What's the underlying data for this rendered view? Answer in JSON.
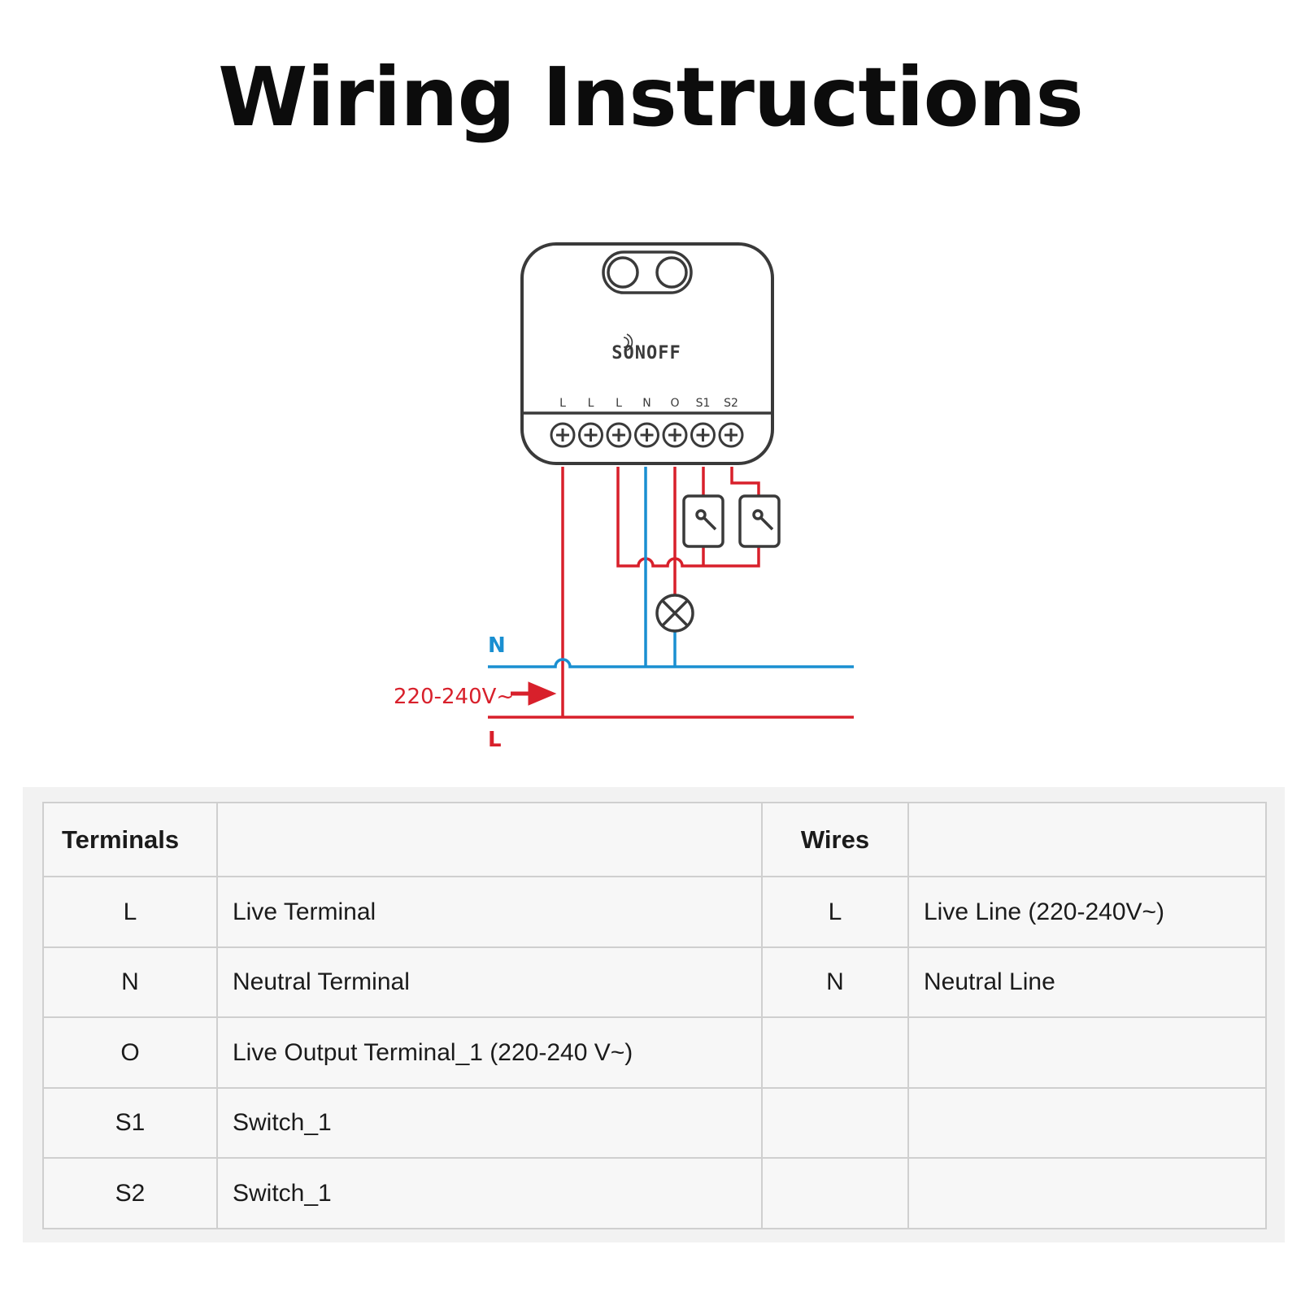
{
  "title": "Wiring Instructions",
  "colors": {
    "live": "#d8202b",
    "neutral": "#1a8fd1",
    "device": "#3a3a3a"
  },
  "device": {
    "brand": "SONOFF",
    "terminals": [
      "L",
      "L",
      "L",
      "N",
      "O",
      "S1",
      "S2"
    ]
  },
  "supply": {
    "neutral_label": "N",
    "live_label": "L",
    "voltage_label": "220-240V~"
  },
  "table": {
    "headers": [
      "Terminals",
      "",
      "Wires",
      ""
    ],
    "rows": [
      [
        "L",
        "Live Terminal",
        "L",
        "Live Line (220-240V~)"
      ],
      [
        "N",
        "Neutral Terminal",
        "N",
        "Neutral Line"
      ],
      [
        "O",
        "Live Output Terminal_1 (220-240 V~)",
        "",
        ""
      ],
      [
        "S1",
        "Switch_1",
        "",
        ""
      ],
      [
        "S2",
        "Switch_1",
        "",
        ""
      ]
    ]
  }
}
